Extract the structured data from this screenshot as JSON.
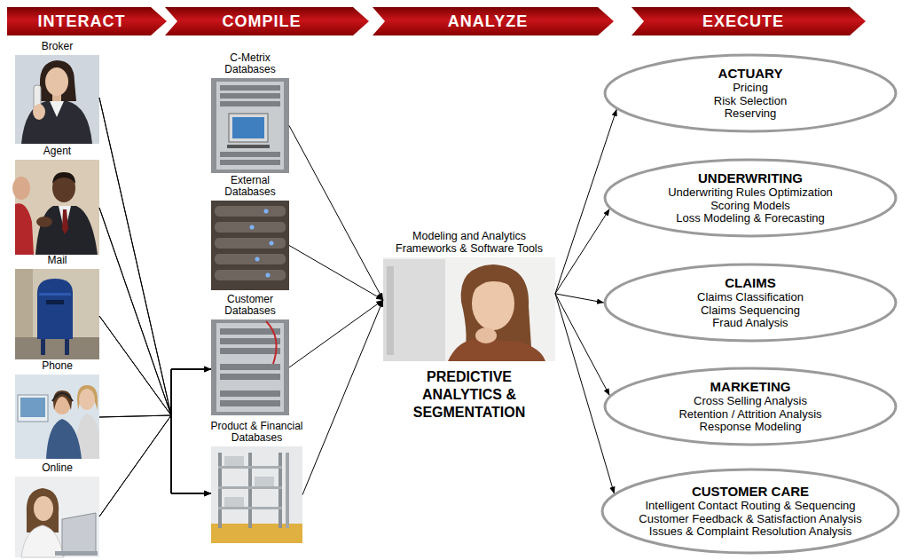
{
  "diagram": {
    "nodes": [
      {
        "text": [
          "INTERACT"
        ]
      },
      {
        "text": [
          "COMPILE"
        ]
      },
      {
        "text": [
          "ANALYZE"
        ]
      },
      {
        "text": [
          "EXECUTE"
        ]
      },
      {
        "text": [
          "Broker"
        ]
      },
      {
        "text": [
          "Agent"
        ]
      },
      {
        "text": [
          "Mail"
        ]
      },
      {
        "text": [
          "Phone"
        ]
      },
      {
        "text": [
          "Online"
        ]
      },
      {
        "text": [
          "C-Metrix Databases"
        ]
      },
      {
        "text": [
          "External Databases"
        ]
      },
      {
        "text": [
          "Customer Databases"
        ]
      },
      {
        "text": [
          "Product & Financial Databases"
        ]
      },
      {
        "text": [
          "Modeling and Analytics Frameworks & Software Tools",
          "PREDICTIVE ANALYTICS & SEGMENTATION"
        ]
      },
      {
        "text": [
          "ACTUARY",
          "Pricing",
          "Risk Selection",
          "Reserving"
        ]
      },
      {
        "text": [
          "UNDERWRITING",
          "Underwriting Rules Optimization",
          "Scoring Models",
          "Loss Modeling & Forecasting"
        ]
      },
      {
        "text": [
          "CLAIMS",
          "Claims Classification",
          "Claims Sequencing",
          "Fraud Analysis"
        ]
      },
      {
        "text": [
          "MARKETING",
          "Cross Selling Analysis",
          "Retention / Attrition Analysis",
          "Response Modeling"
        ]
      },
      {
        "text": [
          "CUSTOMER CARE",
          "Intelligent Contact Routing & Sequencing",
          "Customer Feedback & Satisfaction Analysis",
          "Issues & Complaint Resolution Analysis"
        ]
      }
    ],
    "edges": [
      {
        "from": 4,
        "to": 11,
        "arrow": "to"
      },
      {
        "from": 4,
        "to": 12,
        "arrow": "to"
      },
      {
        "from": 5,
        "to": 11,
        "arrow": "to"
      },
      {
        "from": 5,
        "to": 12,
        "arrow": "to"
      },
      {
        "from": 6,
        "to": 11,
        "arrow": "to"
      },
      {
        "from": 6,
        "to": 12,
        "arrow": "to"
      },
      {
        "from": 7,
        "to": 11,
        "arrow": "to"
      },
      {
        "from": 7,
        "to": 12,
        "arrow": "to"
      },
      {
        "from": 8,
        "to": 11,
        "arrow": "to"
      },
      {
        "from": 8,
        "to": 12,
        "arrow": "to"
      },
      {
        "from": 9,
        "to": 13,
        "arrow": "to"
      },
      {
        "from": 10,
        "to": 13,
        "arrow": "to"
      },
      {
        "from": 11,
        "to": 13,
        "arrow": "to"
      },
      {
        "from": 12,
        "to": 13,
        "arrow": "to"
      },
      {
        "from": 13,
        "to": 14,
        "arrow": "to"
      },
      {
        "from": 13,
        "to": 15,
        "arrow": "to"
      },
      {
        "from": 13,
        "to": 16,
        "arrow": "to"
      },
      {
        "from": 13,
        "to": 17,
        "arrow": "to"
      },
      {
        "from": 13,
        "to": 18,
        "arrow": "to"
      }
    ]
  }
}
